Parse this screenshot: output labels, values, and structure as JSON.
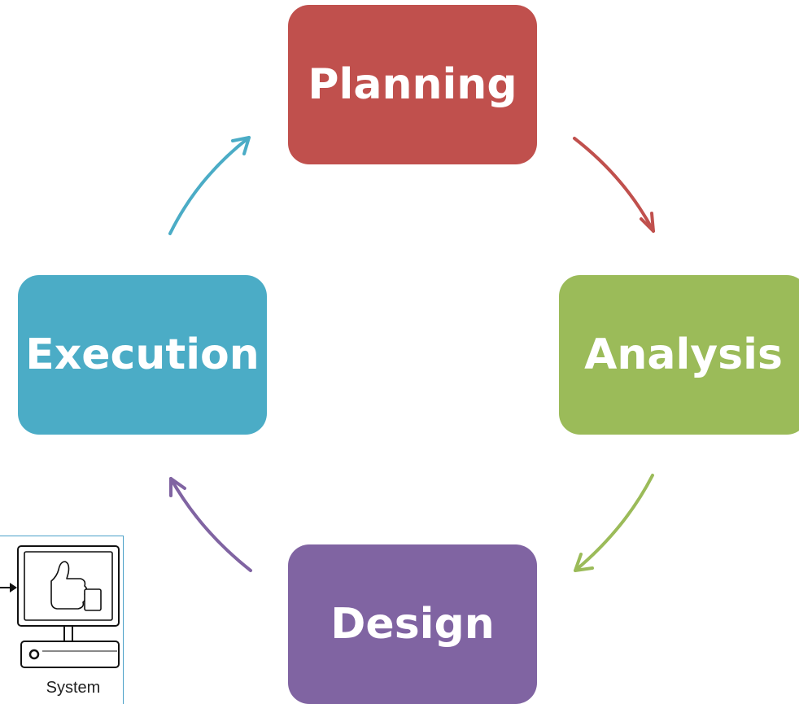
{
  "diagram": {
    "steps": [
      {
        "id": "planning",
        "label": "Planning",
        "color": "#c0504d"
      },
      {
        "id": "analysis",
        "label": "Analysis",
        "color": "#9bbb59"
      },
      {
        "id": "design",
        "label": "Design",
        "color": "#8064a2"
      },
      {
        "id": "execution",
        "label": "Execution",
        "color": "#4bacc6"
      }
    ],
    "arrows": [
      {
        "from": "planning",
        "to": "analysis",
        "color": "#c0504d"
      },
      {
        "from": "analysis",
        "to": "design",
        "color": "#9bbb59"
      },
      {
        "from": "design",
        "to": "execution",
        "color": "#8064a2"
      },
      {
        "from": "execution",
        "to": "planning",
        "color": "#4bacc6"
      }
    ]
  },
  "system_inset": {
    "label": "System",
    "icon": "thumbs-up-monitor-icon"
  }
}
